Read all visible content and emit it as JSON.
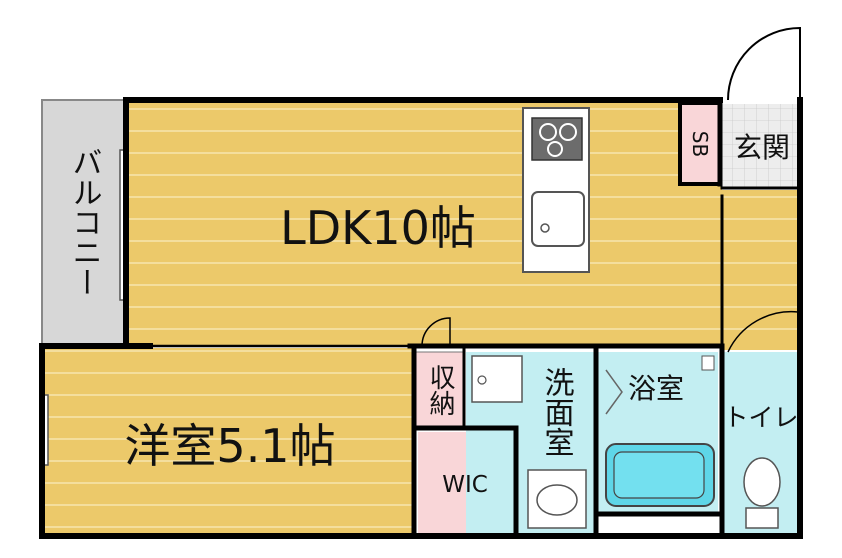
{
  "rooms": {
    "ldk": "LDK10帖",
    "western": "洋室5.1帖",
    "balcony": "バルコニー",
    "sb": "SB",
    "entrance": "玄関",
    "storage": "収納",
    "washroom": "洗面室",
    "bathroom": "浴室",
    "toilet": "トイレ",
    "wic": "WIC"
  },
  "colors": {
    "floor_wood": "#ecc96a",
    "floor_stripe": "#f7e6ae",
    "balcony": "#d7d7d7",
    "wet_area": "#c3eef2",
    "storage_pink": "#f9d6d8",
    "entrance_tile": "#ececec",
    "wall": "#000000"
  }
}
